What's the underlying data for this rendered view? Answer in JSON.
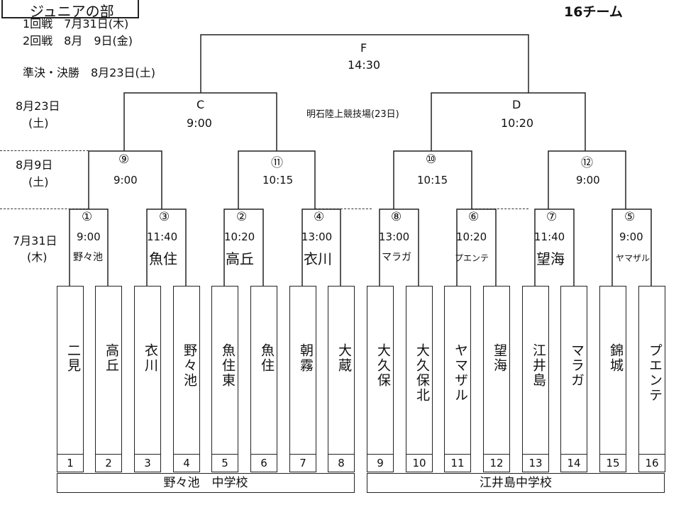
{
  "header": {
    "title": "ジュニアの部",
    "team_count": "16チーム",
    "schedule": [
      "1回戦　7月31日(木)",
      "2回戦　8月　9日(金)",
      "準決・決勝　8月23日(土)"
    ]
  },
  "rounds": {
    "semi": {
      "date": "8月23日",
      "day": "(土)"
    },
    "second": {
      "date": "8月9日",
      "day": "(土)"
    },
    "first": {
      "date": "7月31日",
      "day": "(木)"
    }
  },
  "venue_note": "明石陸上競技場(23日)",
  "final": {
    "label": "F",
    "time": "14:30"
  },
  "semis": [
    {
      "label": "C",
      "time": "9:00"
    },
    {
      "label": "D",
      "time": "10:20"
    }
  ],
  "second_round": [
    {
      "label": "⑨",
      "time": "9:00"
    },
    {
      "label": "⑪",
      "time": "10:15"
    },
    {
      "label": "⑩",
      "time": "10:15"
    },
    {
      "label": "⑫",
      "time": "9:00"
    }
  ],
  "first_round": [
    {
      "label": "①",
      "time": "9:00",
      "venue": "野々池",
      "venue_size": "small"
    },
    {
      "label": "③",
      "time": "11:40",
      "venue": "魚住",
      "venue_size": "big"
    },
    {
      "label": "②",
      "time": "10:20",
      "venue": "高丘",
      "venue_size": "big"
    },
    {
      "label": "④",
      "time": "13:00",
      "venue": "衣川",
      "venue_size": "big"
    },
    {
      "label": "⑧",
      "time": "13:00",
      "venue": "マラガ",
      "venue_size": "small"
    },
    {
      "label": "⑥",
      "time": "10:20",
      "venue": "プエンテ",
      "venue_size": "tiny"
    },
    {
      "label": "⑦",
      "time": "11:40",
      "venue": "望海",
      "venue_size": "big"
    },
    {
      "label": "⑤",
      "time": "9:00",
      "venue": "ヤマザル",
      "venue_size": "tiny"
    }
  ],
  "teams": [
    {
      "name": "二見",
      "num": "1"
    },
    {
      "name": "高丘",
      "num": "2"
    },
    {
      "name": "衣川",
      "num": "3"
    },
    {
      "name": "野々池",
      "num": "4"
    },
    {
      "name": "魚住東",
      "num": "5"
    },
    {
      "name": "魚住",
      "num": "6"
    },
    {
      "name": "朝霧",
      "num": "7"
    },
    {
      "name": "大蔵",
      "num": "8"
    },
    {
      "name": "大久保",
      "num": "9"
    },
    {
      "name": "大久保北",
      "num": "10"
    },
    {
      "name": "ヤマザル",
      "num": "11"
    },
    {
      "name": "望海",
      "num": "12"
    },
    {
      "name": "江井島",
      "num": "13"
    },
    {
      "name": "マラガ",
      "num": "14"
    },
    {
      "name": "錦城",
      "num": "15"
    },
    {
      "name": "プエンテ",
      "num": "16"
    }
  ],
  "venues_bottom": [
    {
      "name": "野々池　中学校"
    },
    {
      "name": "江井島中学校"
    }
  ]
}
